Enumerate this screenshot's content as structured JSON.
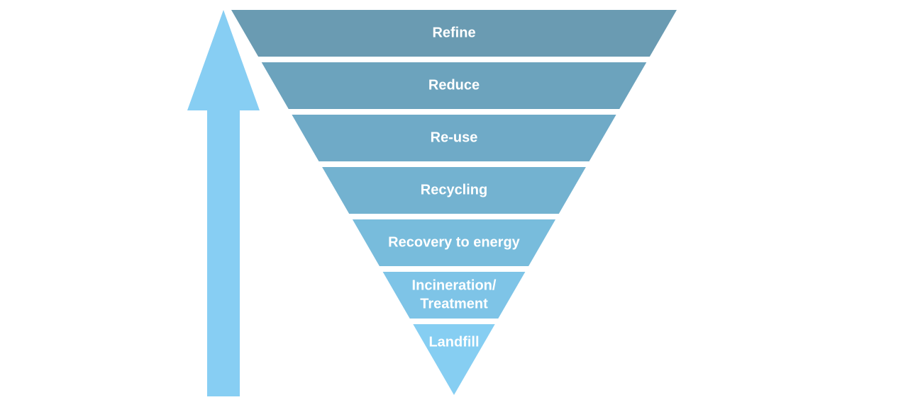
{
  "diagram": {
    "type": "inverted-pyramid",
    "colors": {
      "background": "#ffffff",
      "arrow": "#87cef3",
      "label": "#ffffff",
      "tier_top": "#6a9bb2",
      "tier_bottom": "#86cef2"
    },
    "tiers": [
      {
        "lines": [
          "Refine"
        ],
        "color": "#6a9bb2"
      },
      {
        "lines": [
          "Reduce"
        ],
        "color": "#6ca3bd"
      },
      {
        "lines": [
          "Re-use"
        ],
        "color": "#6faac7"
      },
      {
        "lines": [
          "Recycling"
        ],
        "color": "#73b2d0"
      },
      {
        "lines": [
          "Recovery to energy"
        ],
        "color": "#78bcdc"
      },
      {
        "lines": [
          "Incineration/",
          "Treatment"
        ],
        "color": "#7ec4e7"
      },
      {
        "lines": [
          "Landfill"
        ],
        "color": "#86cef2"
      }
    ],
    "arrow": {
      "direction": "up",
      "icon": "arrow-up-icon"
    }
  }
}
